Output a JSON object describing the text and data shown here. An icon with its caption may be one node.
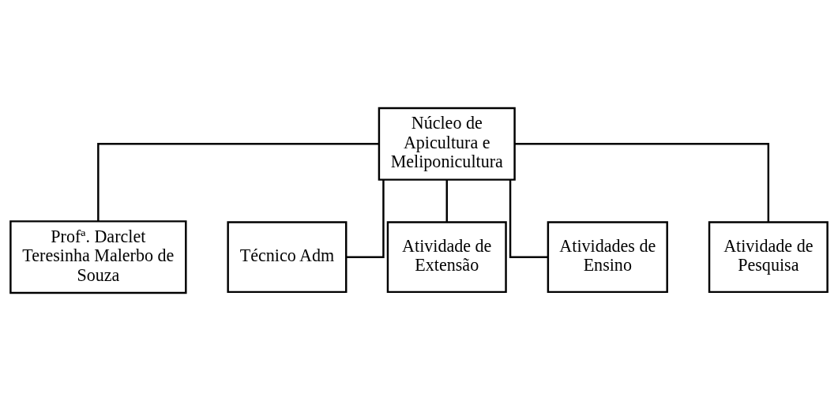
{
  "diagram": {
    "nodes": [
      {
        "text": [
          "Núcleo de Apicultura e Meliponicultura"
        ]
      },
      {
        "text": [
          "Profª. Darclet Teresinha Malerbo de Souza"
        ]
      },
      {
        "text": [
          "Técnico Adm"
        ]
      },
      {
        "text": [
          "Atividade de Extensão"
        ]
      },
      {
        "text": [
          "Atividades de Ensino"
        ]
      },
      {
        "text": [
          "Atividade de Pesquisa"
        ]
      }
    ],
    "edges": [
      {
        "from": 0,
        "to": 1,
        "arrow": "none"
      },
      {
        "from": 0,
        "to": 2,
        "arrow": "none"
      },
      {
        "from": 0,
        "to": 3,
        "arrow": "none"
      },
      {
        "from": 0,
        "to": 4,
        "arrow": "none"
      },
      {
        "from": 0,
        "to": 5,
        "arrow": "none"
      }
    ]
  }
}
